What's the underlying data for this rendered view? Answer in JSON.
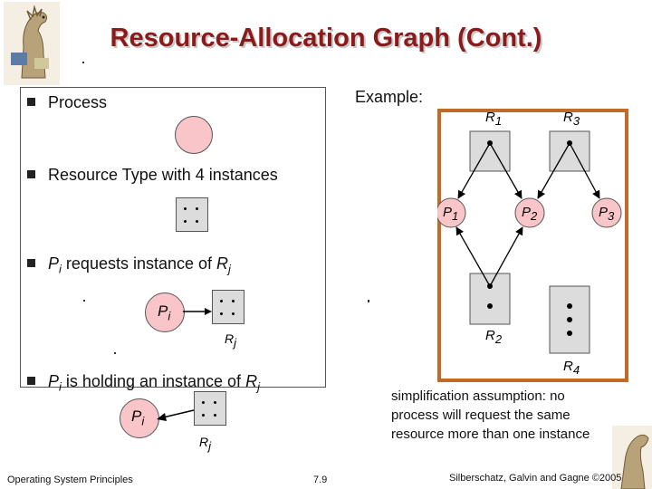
{
  "title": "Resource-Allocation Graph (Cont.)",
  "example_label": "Example:",
  "bullets": {
    "process": "Process",
    "resource": "Resource Type with 4 instances",
    "requests_text": "requests instance of",
    "holding_text": "is holding an instance of"
  },
  "symbols": {
    "p": "P",
    "r": "R",
    "i": "i",
    "j": "j"
  },
  "example_graph": {
    "processes": [
      {
        "name": "P",
        "sub": "1"
      },
      {
        "name": "P",
        "sub": "2"
      },
      {
        "name": "P",
        "sub": "3"
      }
    ],
    "resources": [
      {
        "name": "R",
        "sub": "1"
      },
      {
        "name": "R",
        "sub": "2"
      },
      {
        "name": "R",
        "sub": "3"
      },
      {
        "name": "R",
        "sub": "4"
      }
    ]
  },
  "note": [
    "simplification assumption: no",
    "process will request the same",
    "resource more than one instance"
  ],
  "footer": {
    "left": "Operating System Principles",
    "center": "7.9",
    "right": "Silberschatz, Galvin and Gagne ©2005"
  },
  "colors": {
    "title": "#8b1a1a",
    "process_fill": "#f9c5c8",
    "resource_fill": "#dcdcdc",
    "example_border": "#c46a28",
    "logo": "dinosaur-logo"
  }
}
